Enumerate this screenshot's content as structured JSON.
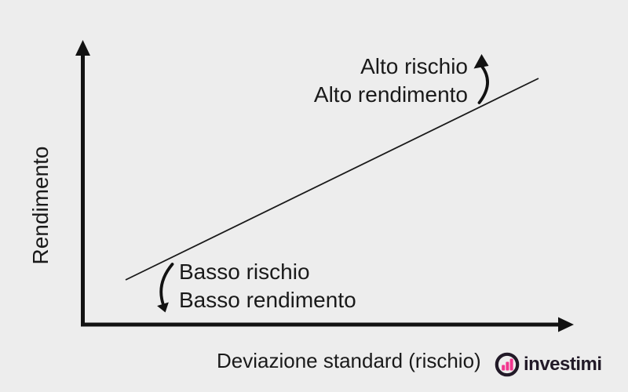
{
  "page": {
    "background_color": "#EDEDED",
    "ink_color": "#1A1A1A"
  },
  "chart_data": {
    "type": "line",
    "title": "",
    "xlabel": "Deviazione standard (rischio)",
    "ylabel": "Rendimento",
    "grid": false,
    "tick_labels": "none",
    "axis_style": "thick black arrows from origin",
    "series": [
      {
        "description": "straight upward trade-off line",
        "x_normalized": [
          0.09,
          0.93
        ],
        "y_normalized": [
          0.16,
          0.87
        ]
      }
    ],
    "annotations": [
      {
        "id": "high",
        "position": "upper-right",
        "lines": [
          "Alto rischio",
          "Alto rendimento"
        ],
        "arrow": "curved-arrow-up-icon"
      },
      {
        "id": "low",
        "position": "lower-left",
        "lines": [
          "Basso rischio",
          "Basso rendimento"
        ],
        "arrow": "curved-arrow-down-icon"
      }
    ]
  },
  "brand": {
    "name": "investimi",
    "icon": "bar-chart-circle-icon",
    "accent_pink": "#F2368F",
    "ink": "#221A28"
  },
  "icons": {
    "curved_arrow_up": "hand-drawn curved arrow pointing up",
    "curved_arrow_down": "hand-drawn curved arrow pointing down",
    "y_axis_arrow": "arrowhead up",
    "x_axis_arrow": "arrowhead right",
    "logo_icon": "circle ring containing three rising pink bars"
  }
}
